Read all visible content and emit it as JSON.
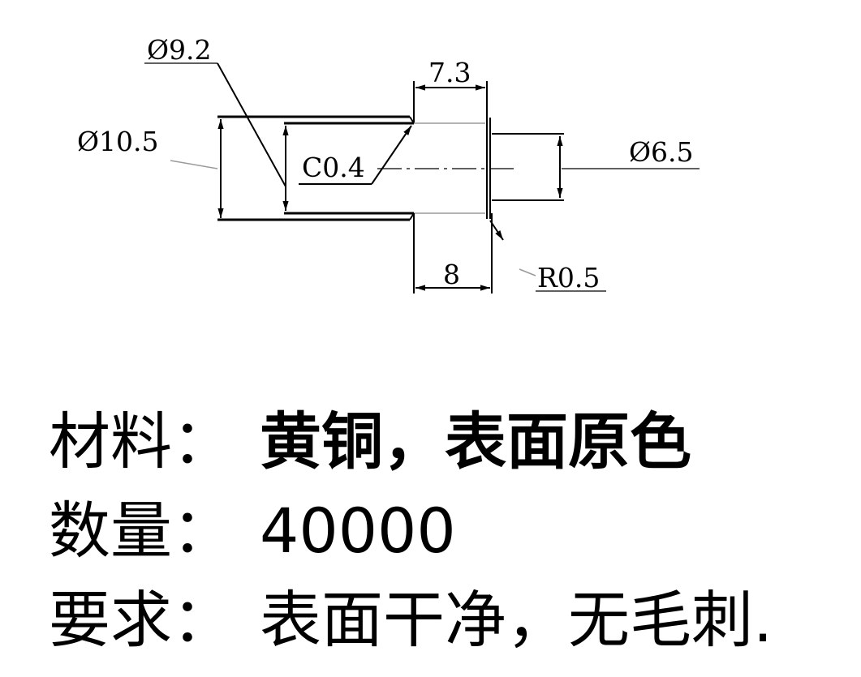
{
  "drawing": {
    "dims": {
      "d_chamfer_dia": "Ø9.2",
      "d_outer_dia": "Ø10.5",
      "d_flange_len": "7.3",
      "d_chamfer": "C0.4",
      "d_shaft_dia": "Ø6.5",
      "d_bore_len": "8",
      "d_radius": "R0.5"
    }
  },
  "notes": [
    {
      "label": "材料：",
      "value": "黄铜，表面原色"
    },
    {
      "label": "数量：",
      "value": "40000"
    },
    {
      "label": "要求：",
      "value": "表面干净，无毛刺."
    }
  ]
}
